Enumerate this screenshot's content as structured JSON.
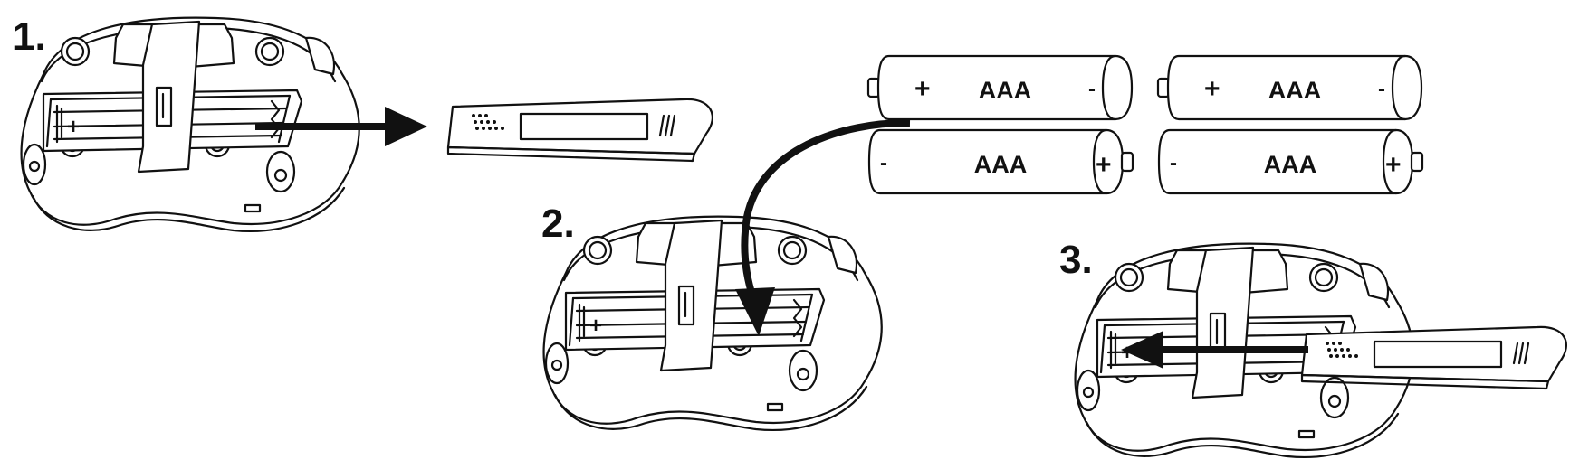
{
  "steps": [
    {
      "number": "1."
    },
    {
      "number": "2."
    },
    {
      "number": "3."
    }
  ],
  "batteries": [
    {
      "label": "AAA",
      "left_sign": "+",
      "right_sign": "-"
    },
    {
      "label": "AAA",
      "left_sign": "+",
      "right_sign": "-"
    },
    {
      "label": "AAA",
      "left_sign": "-",
      "right_sign": "+"
    },
    {
      "label": "AAA",
      "left_sign": "-",
      "right_sign": "+"
    }
  ],
  "compartment_sign": "+",
  "door_mark": "///",
  "colors": {
    "line": "#111111",
    "background": "#ffffff"
  },
  "icons": [
    "remote-device-icon",
    "battery-door-icon",
    "aaa-battery-icon",
    "arrow-right-icon",
    "arrow-down-curved-icon",
    "arrow-left-icon"
  ]
}
